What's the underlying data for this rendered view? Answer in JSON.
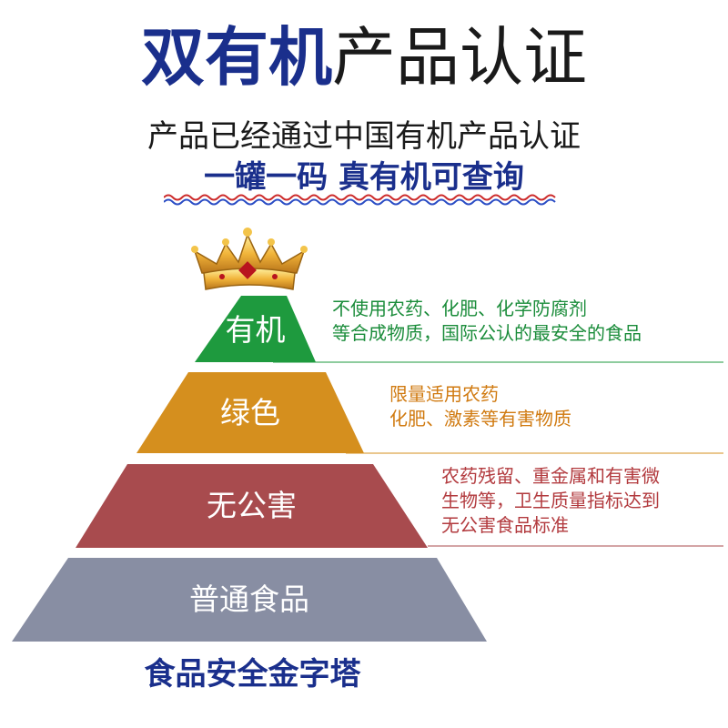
{
  "title": {
    "part1": "双有机",
    "part2": "产品认证"
  },
  "subtitle": "产品已经通过中国有机产品认证",
  "slogan": "一罐一码 真有机可查询",
  "pyramid": {
    "levels": [
      {
        "label": "有机",
        "color": "#1e9a3e",
        "note_line1": "不使用农药、化肥、化学防腐剂",
        "note_line2": "等合成物质，国际公认的最安全的食品",
        "note_color": "#1a8c3a"
      },
      {
        "label": "绿色",
        "color": "#d58f1e",
        "note_line1": "限量适用农药",
        "note_line2": "化肥、激素等有害物质",
        "note_color": "#d07a10"
      },
      {
        "label": "无公害",
        "color": "#a84b4e",
        "note_line1": "农药残留、重金属和有害微",
        "note_line2": "生物等，卫生质量指标达到",
        "note_line3": "无公害食品标准",
        "note_color": "#b23a3e"
      },
      {
        "label": "普通食品",
        "color": "#888ea3"
      }
    ],
    "caption": "食品安全金字塔"
  },
  "icons": {
    "crown": "crown-icon"
  }
}
